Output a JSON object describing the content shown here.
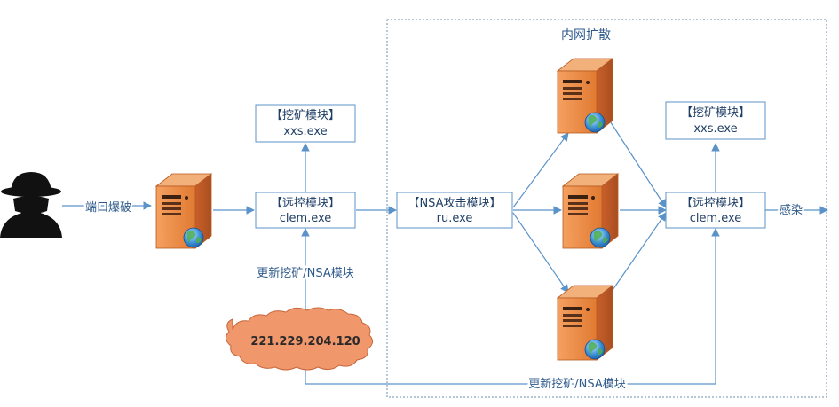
{
  "region": {
    "title": "内网扩散"
  },
  "modules": {
    "mining_left": {
      "title": "【挖矿模块】",
      "file": "xxs.exe"
    },
    "remote_left": {
      "title": "【远控模块】",
      "file": "clem.exe"
    },
    "nsa": {
      "title": "【NSA攻击模块】",
      "file": "ru.exe"
    },
    "mining_right": {
      "title": "【挖矿模块】",
      "file": "xxs.exe"
    },
    "remote_right": {
      "title": "【远控模块】",
      "file": "clem.exe"
    }
  },
  "labels": {
    "port_brute": "端口爆破",
    "update_left": "更新挖矿/NSA模块",
    "update_bottom": "更新挖矿/NSA模块",
    "infect": "感染"
  },
  "cloud": {
    "ip": "221.229.204.120"
  },
  "icons": {
    "attacker": "hacker-icon",
    "server": "server-globe-icon"
  },
  "colors": {
    "edge": "#5b93c9",
    "box_border": "#5b93c9",
    "server_orange": "#e8803a",
    "cloud_fill": "#f0976b"
  }
}
